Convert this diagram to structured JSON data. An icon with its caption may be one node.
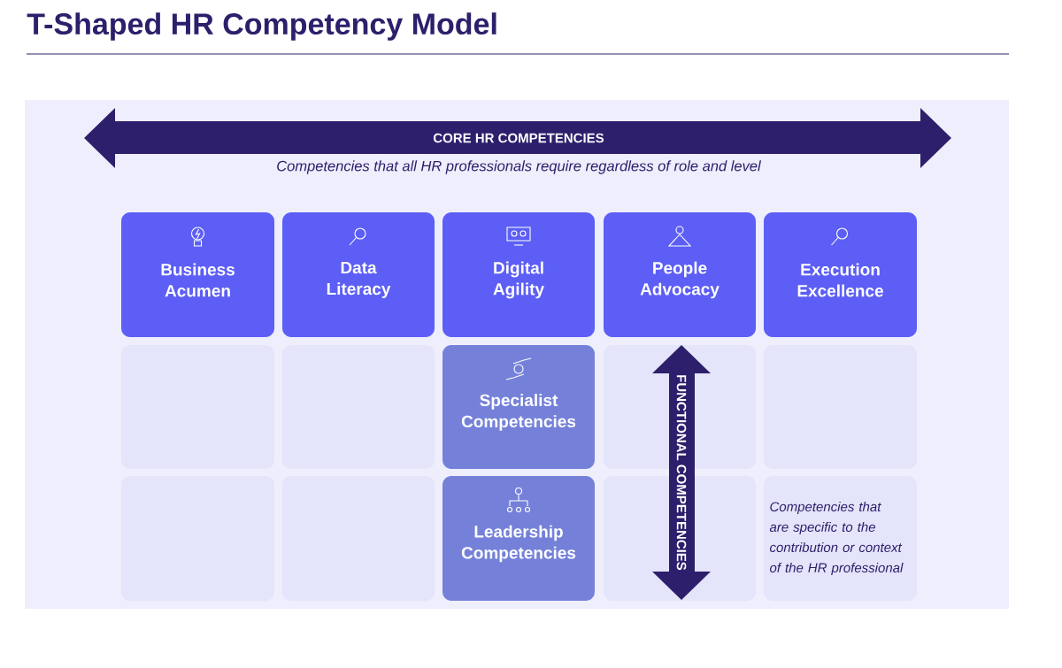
{
  "diagram": {
    "title": "T-Shaped HR Competency Model",
    "nodes": [
      {
        "text": [
          "Business Acumen"
        ]
      },
      {
        "text": [
          "Data Literacy"
        ]
      },
      {
        "text": [
          "Digital Agility"
        ]
      },
      {
        "text": [
          "People Advocacy"
        ]
      },
      {
        "text": [
          "Execution Excellence"
        ]
      },
      {
        "text": [],
        "shape": "box"
      },
      {
        "text": [],
        "shape": "box"
      },
      {
        "text": [
          "Specialist Competencies"
        ]
      },
      {
        "text": [],
        "shape": "box"
      },
      {
        "text": [],
        "shape": "box"
      },
      {
        "text": [],
        "shape": "box"
      },
      {
        "text": [],
        "shape": "box"
      },
      {
        "text": [
          "Leadership Competencies"
        ]
      },
      {
        "text": [],
        "shape": "box"
      },
      {
        "text": [
          "Competencies that are specific to the contribution or context of the HR professional"
        ]
      }
    ],
    "labels": [
      "CORE HR COMPETENCIES",
      "Competencies that all HR professionals require regardless of role and level",
      "FUNCTIONAL COMPETENCIES"
    ]
  }
}
